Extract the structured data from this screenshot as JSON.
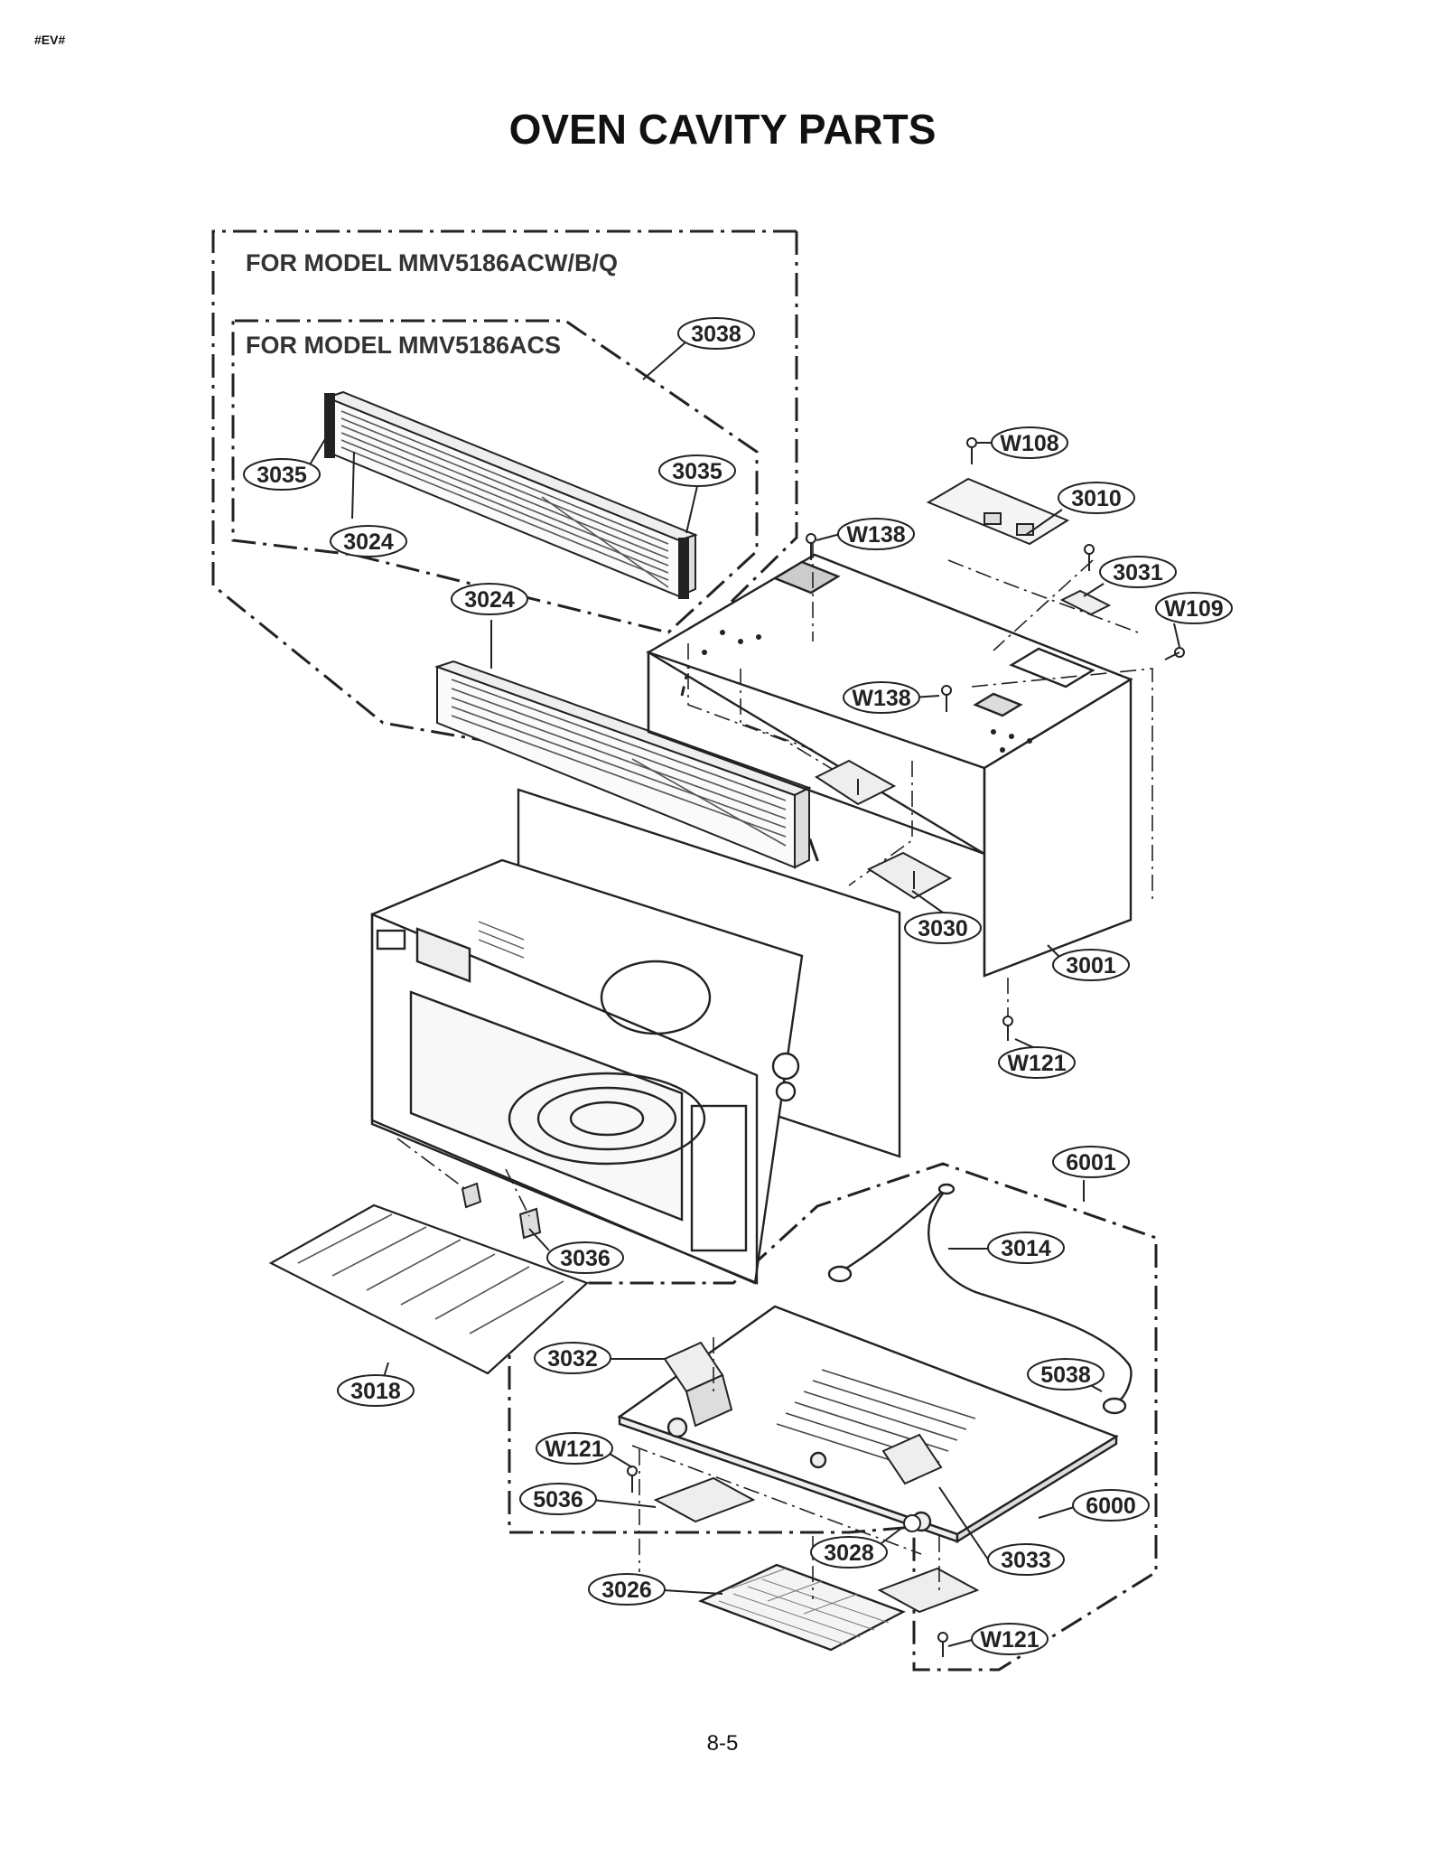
{
  "document": {
    "code": "#EV#",
    "title": "OVEN CAVITY PARTS",
    "page_number": "8-5"
  },
  "model_groups": [
    {
      "label": "FOR MODEL MMV5186ACW/B/Q"
    },
    {
      "label": "FOR MODEL MMV5186ACS"
    }
  ],
  "callouts": [
    {
      "id": "3038"
    },
    {
      "id": "3035"
    },
    {
      "id": "3035"
    },
    {
      "id": "3024"
    },
    {
      "id": "3024"
    },
    {
      "id": "W108"
    },
    {
      "id": "3010"
    },
    {
      "id": "W138"
    },
    {
      "id": "3031"
    },
    {
      "id": "W109"
    },
    {
      "id": "W138"
    },
    {
      "id": "3030"
    },
    {
      "id": "3001"
    },
    {
      "id": "W121"
    },
    {
      "id": "6001"
    },
    {
      "id": "3014"
    },
    {
      "id": "3036"
    },
    {
      "id": "3018"
    },
    {
      "id": "3032"
    },
    {
      "id": "5038"
    },
    {
      "id": "W121"
    },
    {
      "id": "5036"
    },
    {
      "id": "6000"
    },
    {
      "id": "3028"
    },
    {
      "id": "3033"
    },
    {
      "id": "3026"
    },
    {
      "id": "W121"
    }
  ]
}
